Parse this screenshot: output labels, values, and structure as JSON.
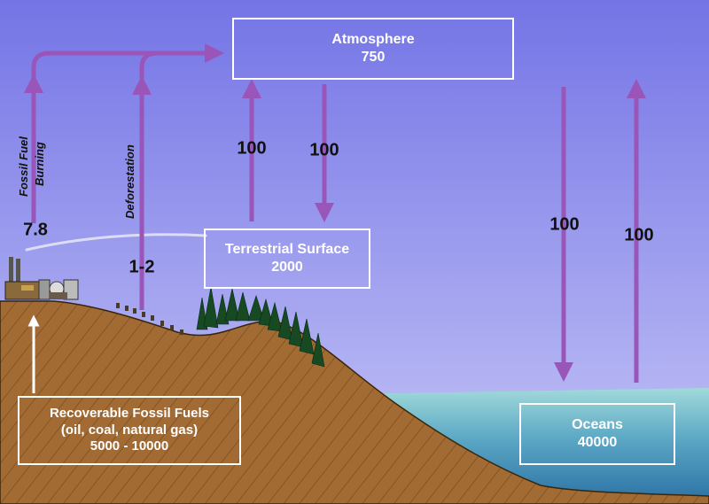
{
  "atmosphere": {
    "name": "Atmosphere",
    "value": "750"
  },
  "terrestrial": {
    "name": "Terrestrial Surface",
    "value": "2000"
  },
  "oceans": {
    "name": "Oceans",
    "value": "40000"
  },
  "fossil_fuels": {
    "line1": "Recoverable Fossil Fuels",
    "line2": "(oil, coal, natural gas)",
    "line3": "5000 - 10000"
  },
  "flows": {
    "fossil_fuel_burning": {
      "label_line1": "Fossil Fuel",
      "label_line2": "Burning",
      "value": "7.8"
    },
    "deforestation": {
      "label": "Deforestation",
      "value": "1-2"
    },
    "terrestrial_to_atmosphere": "100",
    "atmosphere_to_terrestrial": "100",
    "atmosphere_to_ocean": "100",
    "ocean_to_atmosphere": "100"
  },
  "colors": {
    "sky_top": "#7474e6",
    "sky_bottom": "#c4c4f6",
    "arrow": "#9a55b8",
    "ground": "#a06a32",
    "ocean_top": "#9ed8d8",
    "ocean_bottom": "#2c7aa8",
    "tree": "#174a22"
  }
}
